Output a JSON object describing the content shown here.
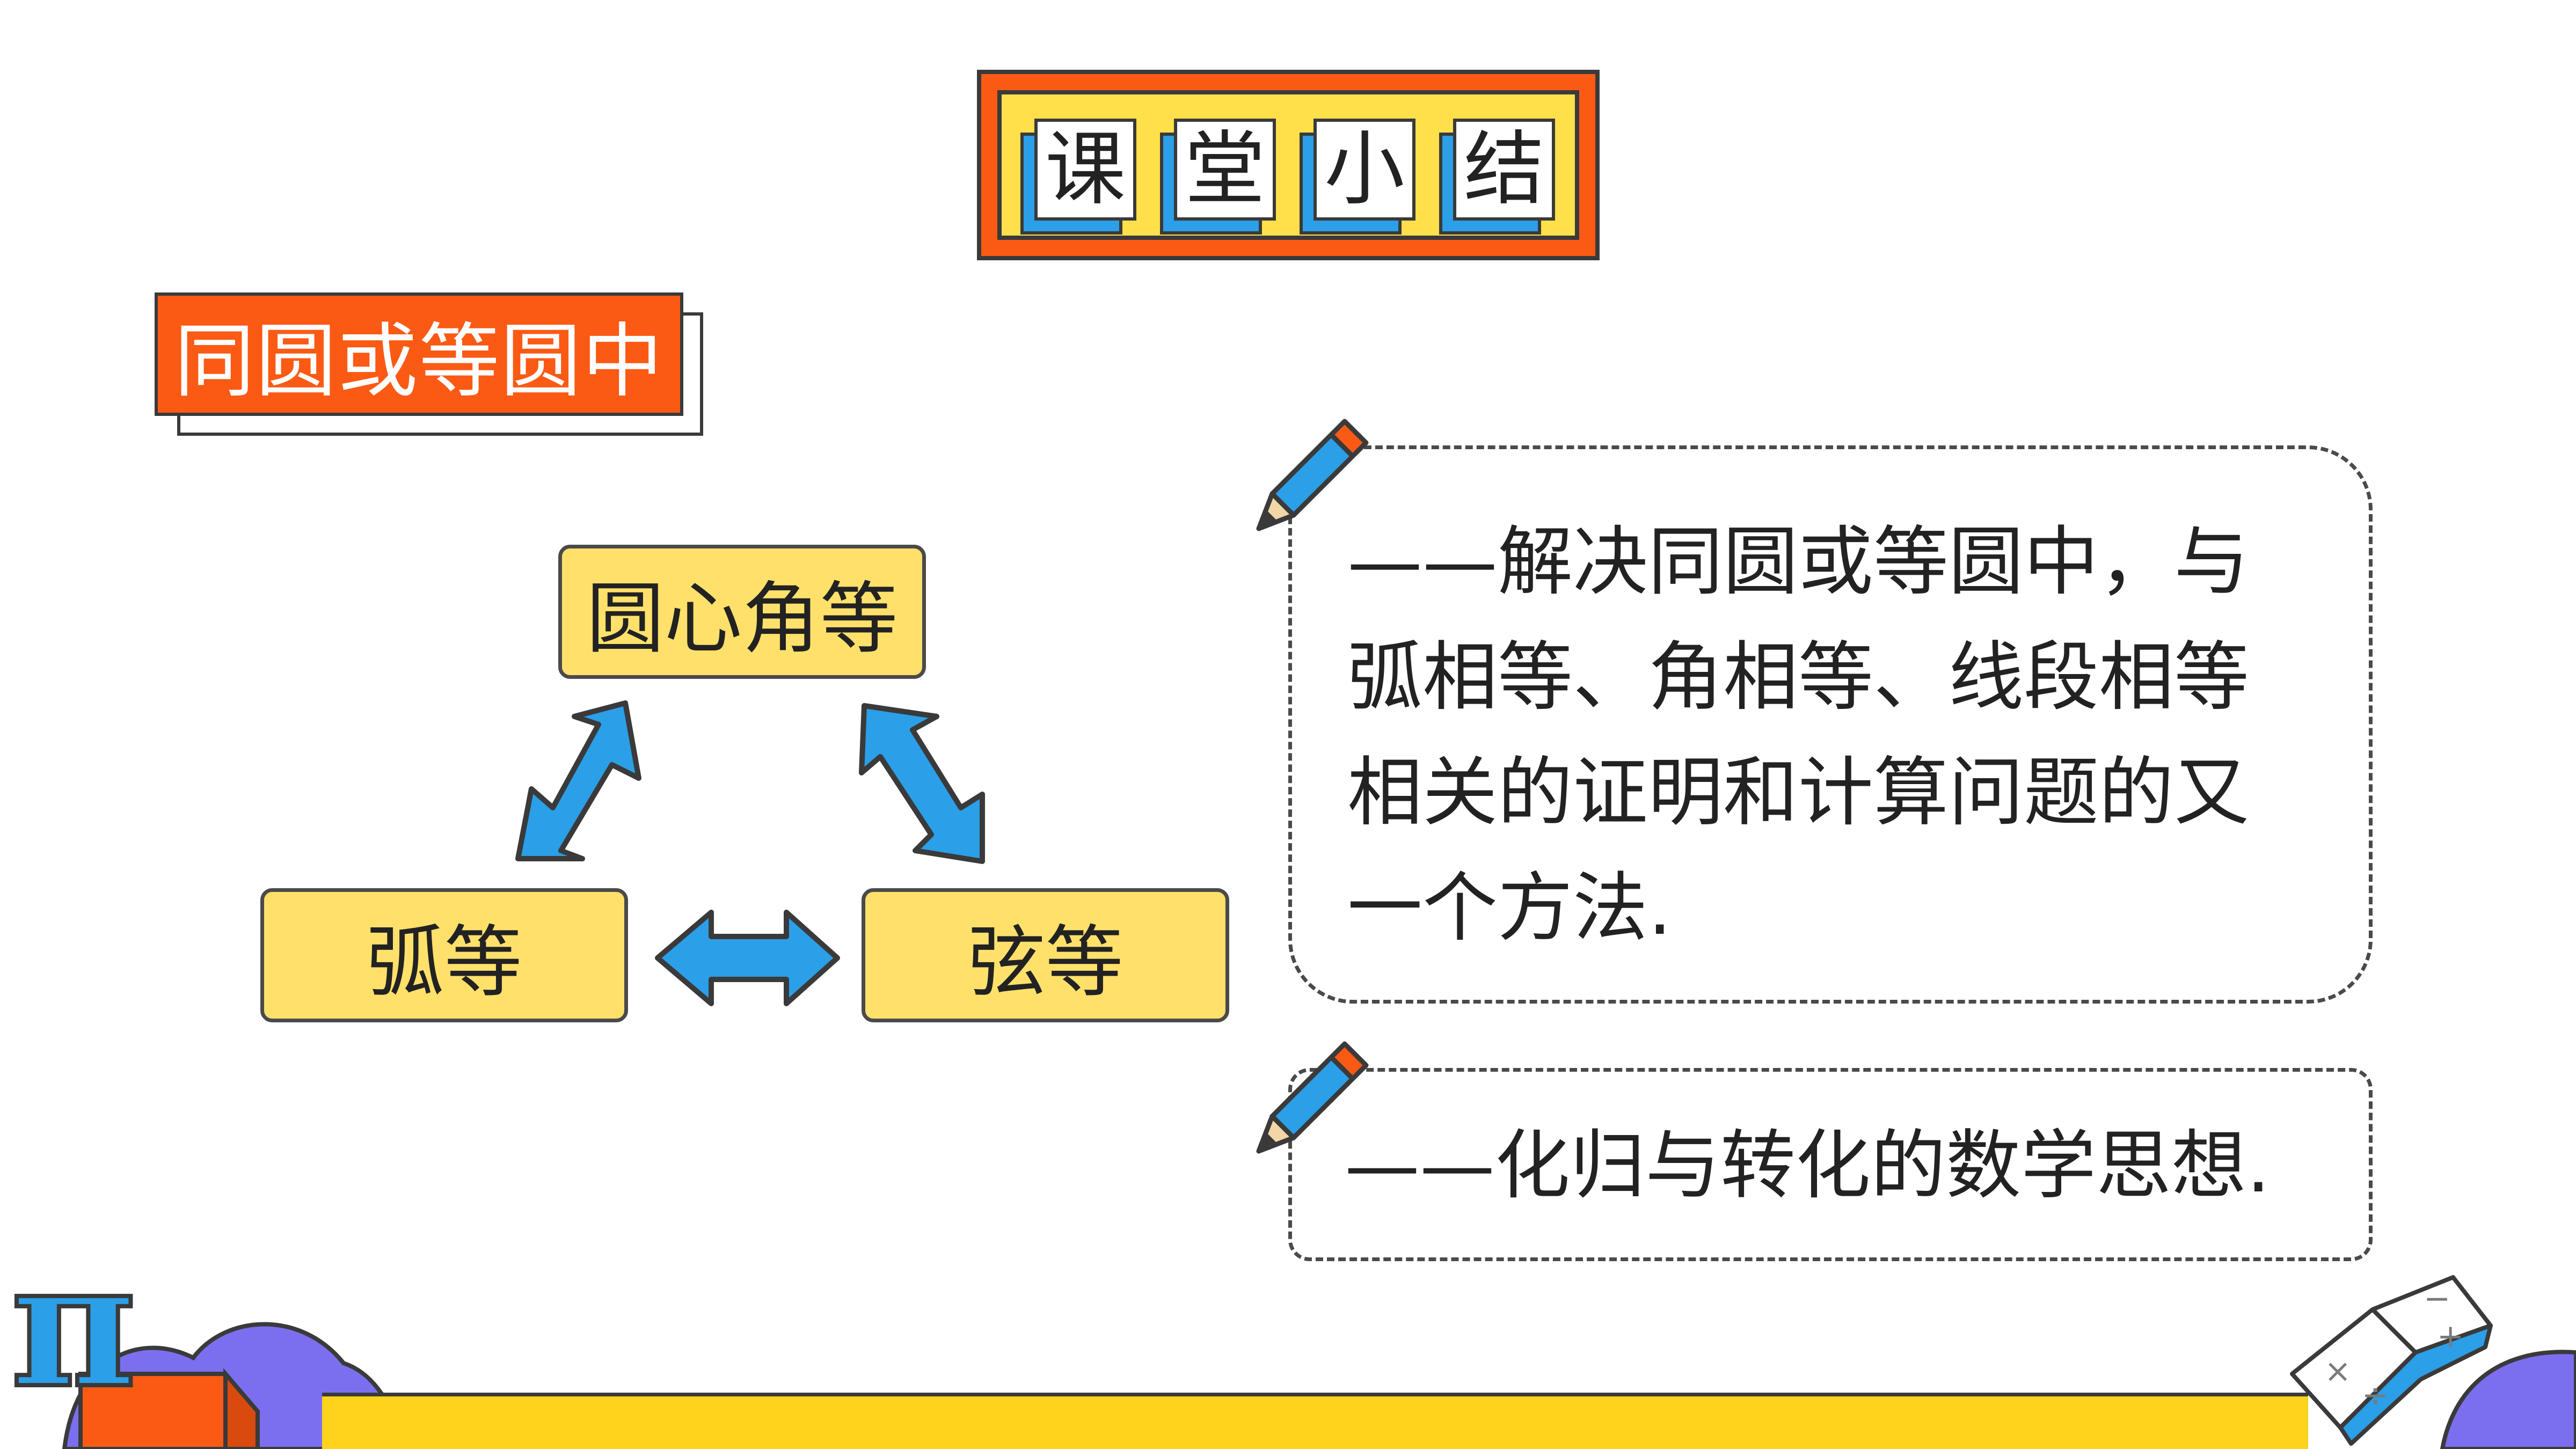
{
  "title": {
    "chars": [
      "课",
      "堂",
      "小",
      "结"
    ]
  },
  "section_label": "同圆或等圆中",
  "diagram": {
    "top_node": "圆心角等",
    "left_node": "弧等",
    "right_node": "弦等"
  },
  "notes": {
    "note1_lines": [
      "——解决同圆或等圆中，与",
      "弧相等、角相等、线段相等",
      "相关的证明和计算问题的又",
      "一个方法."
    ],
    "note2": "——化归与转化的数学思想."
  },
  "decor": {
    "pi_symbol": "π",
    "book_symbols": [
      "×",
      "÷",
      "−",
      "+"
    ]
  },
  "colors": {
    "orange": "#fb5a14",
    "yellow": "#ffe04a",
    "node_fill": "#ffe06b",
    "arrow_blue": "#2b9fe8",
    "purple": "#7b6ff0"
  }
}
